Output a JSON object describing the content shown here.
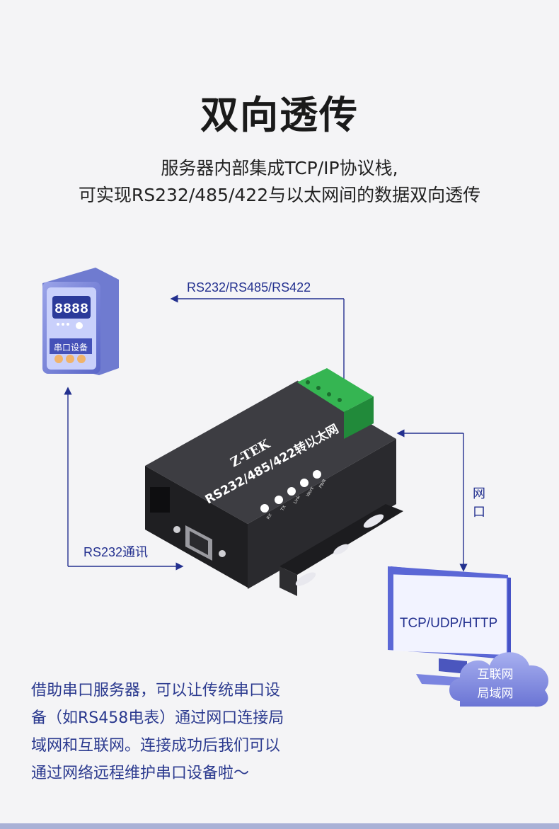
{
  "title": "双向透传",
  "subtitle": {
    "line1": "服务器内部集成TCP/IP协议栈,",
    "line2": "可实现RS232/485/422与以太网间的数据双向透传"
  },
  "diagram": {
    "serial_device": {
      "display": "8888",
      "label": "串口设备"
    },
    "protocol_label": "RS232/RS485/RS422",
    "rs232_label": "RS232通讯",
    "network_port_label": "网口",
    "device": {
      "brand": "Z-TEK",
      "model_text": "RS232/485/422转以太网",
      "leds": [
        "RX",
        "TX",
        "Link",
        "Work",
        "PWR"
      ]
    },
    "monitor": {
      "screen_text": "TCP/UDP/HTTP"
    },
    "cloud": {
      "line1": "互联网",
      "line2": "局域网"
    }
  },
  "description": {
    "lines": [
      "借助串口服务器，可以让传统串口设",
      "备（如RS458电表）通过网口连接局",
      "域网和互联网。连接成功后我们可以",
      "通过网络远程维护串口设备啦～"
    ]
  },
  "colors": {
    "accent_blue": "#23308f",
    "device_body": "#2d2d30",
    "terminal_green": "#2faa4a"
  }
}
